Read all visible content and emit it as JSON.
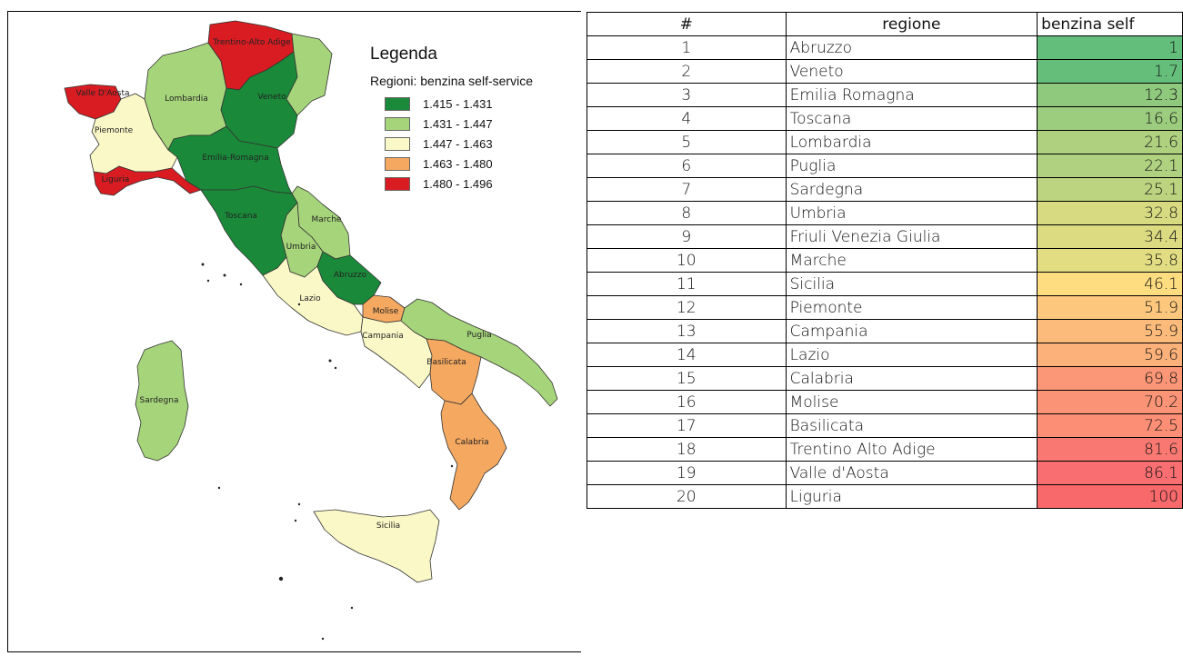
{
  "legend": {
    "title": "Legenda",
    "subtitle": "Regioni: benzina self-service",
    "classes": [
      {
        "label": "1.415 - 1.431",
        "color": "#1a8a3a"
      },
      {
        "label": "1.431 - 1.447",
        "color": "#a6d47a"
      },
      {
        "label": "1.447 - 1.463",
        "color": "#fbf8c7"
      },
      {
        "label": "1.463 - 1.480",
        "color": "#f4a860"
      },
      {
        "label": "1.480 - 1.496",
        "color": "#d81c22"
      }
    ]
  },
  "map": {
    "regions": [
      {
        "id": "valle-d-aosta",
        "label": "Valle D'Aosta",
        "class": 4
      },
      {
        "id": "piemonte",
        "label": "Piemonte",
        "class": 2
      },
      {
        "id": "lombardia",
        "label": "Lombardia",
        "class": 1
      },
      {
        "id": "trentino-alto-adige",
        "label": "Trentino-Alto Adige",
        "class": 4
      },
      {
        "id": "veneto",
        "label": "Veneto",
        "class": 0
      },
      {
        "id": "friuli",
        "label": "",
        "class": 1
      },
      {
        "id": "liguria",
        "label": "Liguria",
        "class": 4
      },
      {
        "id": "emilia-romagna",
        "label": "Emilia-Romagna",
        "class": 0
      },
      {
        "id": "toscana",
        "label": "Toscana",
        "class": 0
      },
      {
        "id": "marche",
        "label": "Marche",
        "class": 1
      },
      {
        "id": "umbria",
        "label": "Umbria",
        "class": 1
      },
      {
        "id": "lazio",
        "label": "Lazio",
        "class": 2
      },
      {
        "id": "abruzzo",
        "label": "Abruzzo",
        "class": 0
      },
      {
        "id": "molise",
        "label": "Molise",
        "class": 3
      },
      {
        "id": "campania",
        "label": "Campania",
        "class": 2
      },
      {
        "id": "puglia",
        "label": "Puglia",
        "class": 1
      },
      {
        "id": "basilicata",
        "label": "Basilicata",
        "class": 3
      },
      {
        "id": "calabria",
        "label": "Calabria",
        "class": 3
      },
      {
        "id": "sicilia",
        "label": "Sicilia",
        "class": 2
      },
      {
        "id": "sardegna",
        "label": "Sardegna",
        "class": 1
      }
    ]
  },
  "table": {
    "headers": [
      "#",
      "regione",
      "benzina self"
    ],
    "rows": [
      {
        "rank": "1",
        "region": "Abruzzo",
        "value": "1",
        "color": "#63be7b"
      },
      {
        "rank": "2",
        "region": "Veneto",
        "value": "1.7",
        "color": "#65bf7b"
      },
      {
        "rank": "3",
        "region": "Emilia Romagna",
        "value": "12.3",
        "color": "#8fc97d"
      },
      {
        "rank": "4",
        "region": "Toscana",
        "value": "16.6",
        "color": "#9ccc7e"
      },
      {
        "rank": "5",
        "region": "Lombardia",
        "value": "21.6",
        "color": "#aed07f"
      },
      {
        "rank": "6",
        "region": "Puglia",
        "value": "22.1",
        "color": "#b0d17f"
      },
      {
        "rank": "7",
        "region": "Sardegna",
        "value": "25.1",
        "color": "#bcd380"
      },
      {
        "rank": "8",
        "region": "Umbria",
        "value": "32.8",
        "color": "#d7da81"
      },
      {
        "rank": "9",
        "region": "Friuli Venezia Giulia",
        "value": "34.4",
        "color": "#dcdb81"
      },
      {
        "rank": "10",
        "region": "Marche",
        "value": "35.8",
        "color": "#e2dd82"
      },
      {
        "rank": "11",
        "region": "Sicilia",
        "value": "46.1",
        "color": "#fedd81"
      },
      {
        "rank": "12",
        "region": "Piemonte",
        "value": "51.9",
        "color": "#fdc87d"
      },
      {
        "rank": "13",
        "region": "Campania",
        "value": "55.9",
        "color": "#fcbb7b"
      },
      {
        "rank": "14",
        "region": "Lazio",
        "value": "59.6",
        "color": "#fcb17a"
      },
      {
        "rank": "15",
        "region": "Calabria",
        "value": "69.8",
        "color": "#fb9676"
      },
      {
        "rank": "16",
        "region": "Molise",
        "value": "70.2",
        "color": "#fb9476"
      },
      {
        "rank": "17",
        "region": "Basilicata",
        "value": "72.5",
        "color": "#fb8e75"
      },
      {
        "rank": "18",
        "region": "Trentino Alto Adige",
        "value": "81.6",
        "color": "#f97972"
      },
      {
        "rank": "19",
        "region": "Valle d'Aosta",
        "value": "86.1",
        "color": "#f96e71"
      },
      {
        "rank": "20",
        "region": "Liguria",
        "value": "100",
        "color": "#f8696b"
      }
    ]
  }
}
